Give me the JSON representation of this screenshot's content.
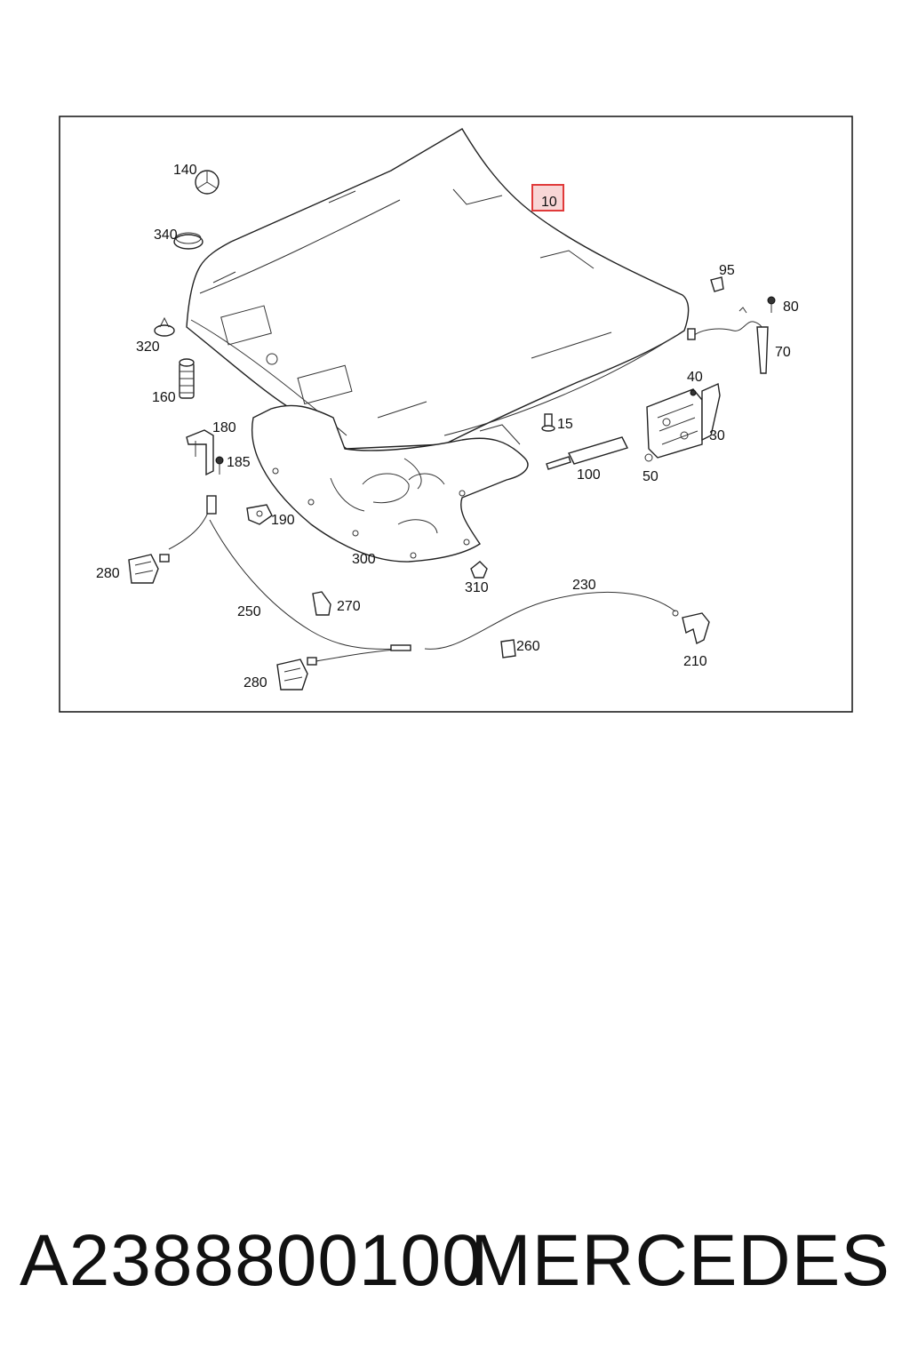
{
  "highlight_color": "#e03a3a",
  "highlight_fill": "#f8d6d6",
  "callouts": {
    "c10": "10",
    "c15": "15",
    "c30": "30",
    "c40": "40",
    "c50": "50",
    "c70": "70",
    "c80": "80",
    "c95": "95",
    "c100": "100",
    "c140": "140",
    "c160": "160",
    "c180": "180",
    "c185": "185",
    "c190": "190",
    "c210": "210",
    "c230": "230",
    "c250": "250",
    "c260": "260",
    "c270": "270",
    "c280a": "280",
    "c280b": "280",
    "c300": "300",
    "c310": "310",
    "c320": "320",
    "c340": "340"
  },
  "caption": {
    "part_number": "A2388800100",
    "brand": "MERCEDES"
  }
}
